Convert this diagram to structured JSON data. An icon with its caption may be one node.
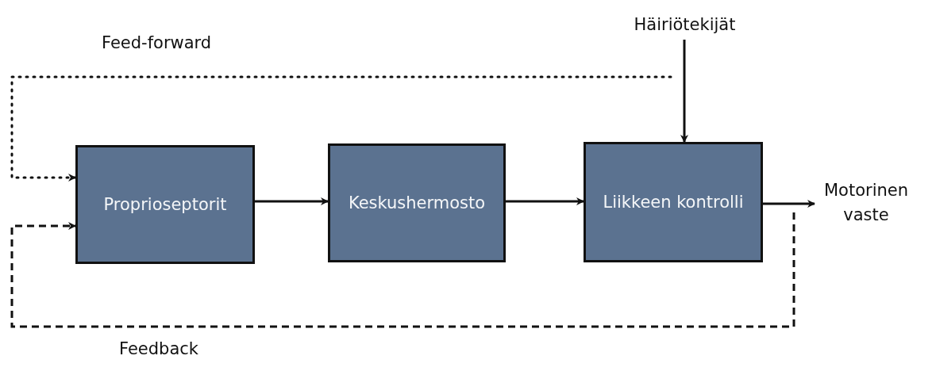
{
  "diagram": {
    "nodes": [
      {
        "text": [
          "Proprioseptorit"
        ]
      },
      {
        "text": [
          "Keskushermosto"
        ]
      },
      {
        "text": [
          "Liikkeen kontrolli"
        ]
      },
      {
        "text": [
          "Motorinen vaste"
        ]
      },
      {
        "text": [
          "Häiriötekijät"
        ]
      }
    ],
    "edges": [
      {
        "from": 0,
        "to": 1,
        "arrow": "to"
      },
      {
        "from": 1,
        "to": 2,
        "arrow": "to"
      },
      {
        "from": 2,
        "to": 3,
        "arrow": "to"
      },
      {
        "from": 4,
        "to": 2,
        "arrow": "to"
      },
      {
        "from": null,
        "to": 0,
        "arrow": "to",
        "label": "Feed-forward",
        "style": "dashed"
      },
      {
        "from": null,
        "to": 0,
        "arrow": "to",
        "label": "Feedback",
        "style": "dashed"
      }
    ]
  }
}
